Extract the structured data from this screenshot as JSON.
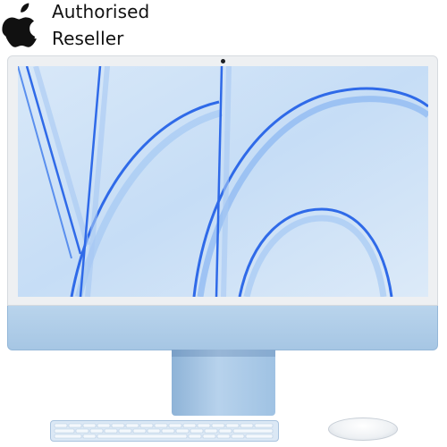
{
  "badge": {
    "line1": "Authorised",
    "line2": "Reseller",
    "logo_icon": "apple-icon"
  },
  "product": {
    "screen_icon": "ventura-wallpaper",
    "finish_color": "#a9c9e8",
    "accent_color": "#2a63e6"
  }
}
